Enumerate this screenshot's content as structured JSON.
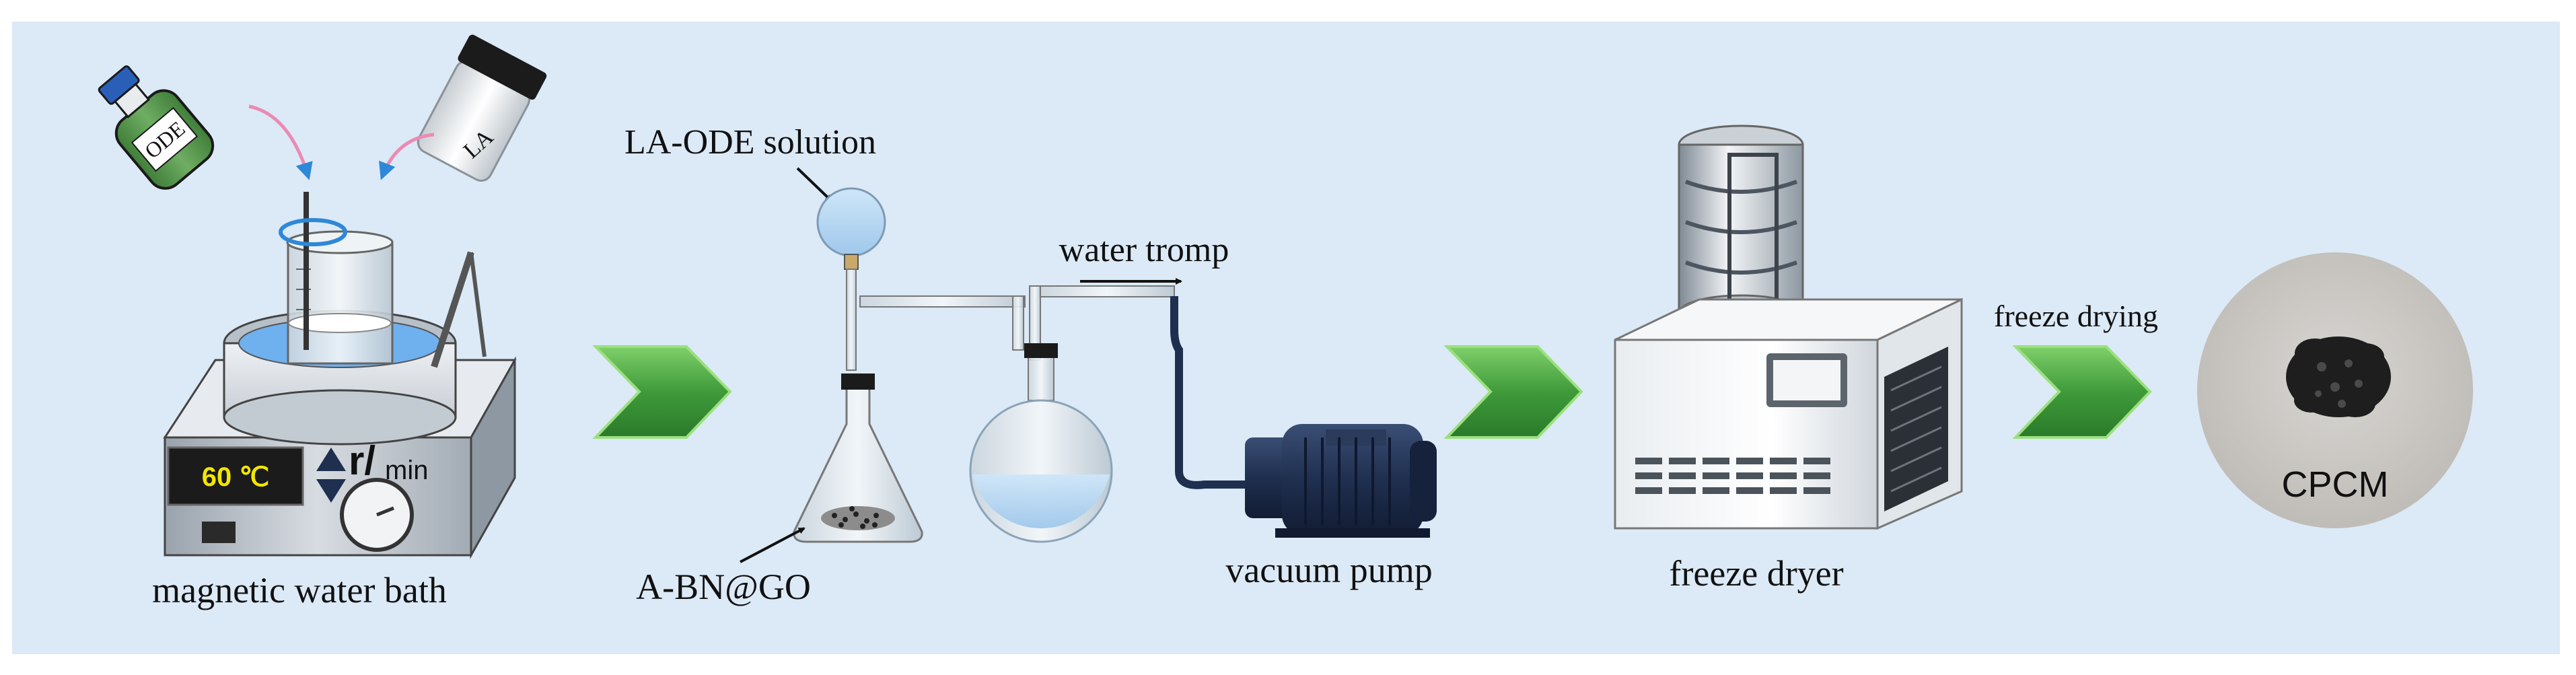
{
  "labels": {
    "ode_bottle": "ODE",
    "la_bottle": "LA",
    "water_bath": "magnetic water bath",
    "temperature": "60 ℃",
    "speed_unit_r": "r/",
    "speed_unit_min": "min",
    "la_ode_solution": "LA-ODE solution",
    "water_tromp": "water tromp",
    "a_bn_go": "A-BN@GO",
    "vacuum_pump": "vacuum pump",
    "freeze_dryer": "freeze dryer",
    "freeze_drying": "freeze drying",
    "cpcm": "CPCM"
  },
  "colors": {
    "background": "#dce9f6",
    "process_arrow": "#3f9a3a",
    "ode_bottle": "#5a9a52",
    "pump": "#1f2f4f",
    "display_text": "#f2e600"
  }
}
